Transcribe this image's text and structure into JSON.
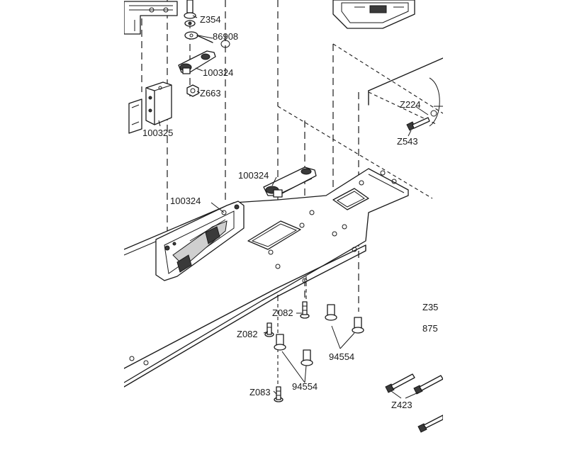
{
  "labels": {
    "z354": "Z354",
    "p86908": "86908",
    "p100324_top": "100324",
    "z663": "Z663",
    "p100325": "100325",
    "z224": "Z224",
    "z543": "Z543",
    "p100324_mid": "100324",
    "p100324_left": "100324",
    "z082_a": "Z082",
    "z082_b": "Z082",
    "p94554_a": "94554",
    "p94554_b": "94554",
    "z083": "Z083",
    "z35": "Z35",
    "p875": "875",
    "z423": "Z423"
  }
}
